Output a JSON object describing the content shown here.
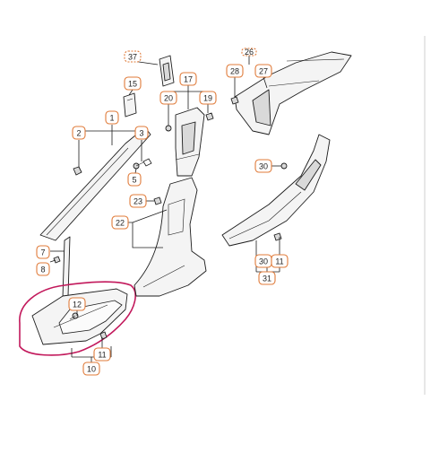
{
  "callouts": {
    "c1": "1",
    "c2": "2",
    "c3": "3",
    "c5": "5",
    "c7": "7",
    "c8": "8",
    "c10": "10",
    "c11a": "11",
    "c11b": "11",
    "c12": "12",
    "c15": "15",
    "c17": "17",
    "c19": "19",
    "c20": "20",
    "c22": "22",
    "c23": "23",
    "c27": "27",
    "c28": "28",
    "c30a": "30",
    "c30b": "30",
    "c31": "31",
    "c37": "37",
    "c26": "26"
  },
  "colors": {
    "callout_border": "#e07b3a",
    "highlight": "#c2185b",
    "line": "#1c1c1c"
  }
}
